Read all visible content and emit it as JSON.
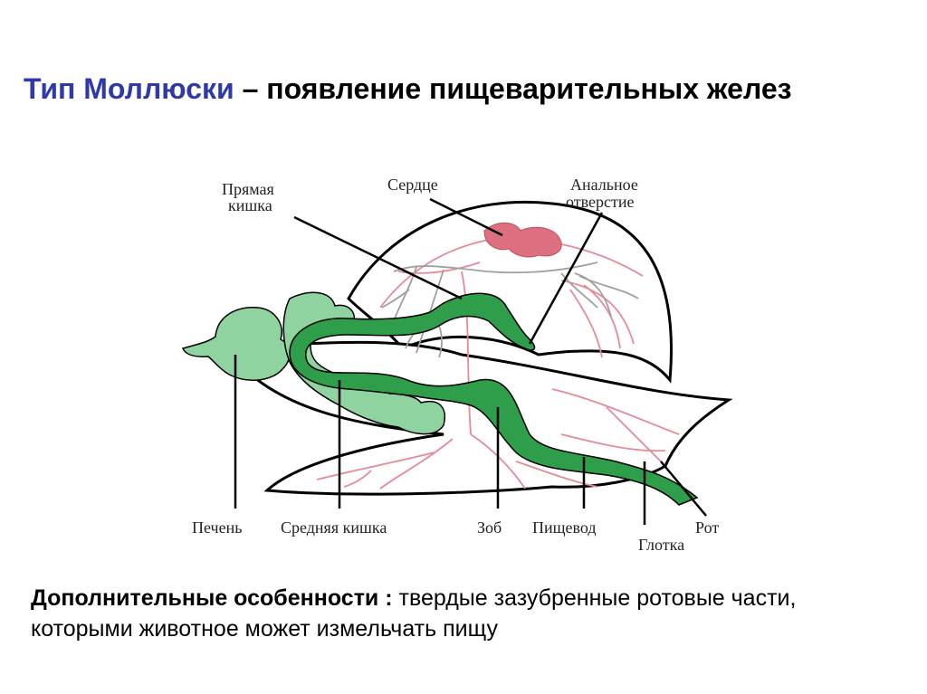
{
  "title": {
    "accent": "Тип Моллюски",
    "rest": " – появление  пищеварительных желез"
  },
  "labels": {
    "rectum": [
      "Прямая",
      "кишка"
    ],
    "heart": "Сердце",
    "anus": [
      "Анальное",
      "отверстие"
    ],
    "liver": "Печень",
    "midgut": "Средняя кишка",
    "crop": "Зоб",
    "esophagus": "Пищевод",
    "mouth": "Рот",
    "pharynx": "Глотка"
  },
  "note": {
    "bold": "Дополнительные особенности :",
    "text": " твердые зазубренные ротовые части, которыми животное может измельчать пищу"
  },
  "colors": {
    "title_accent": "#2f3aa8",
    "gut_dark": "#2e9e4a",
    "gland_light": "#8fd3a0",
    "heart": "#dc7080",
    "vessels": "#e58a98",
    "nerves": "#a0a0a0"
  }
}
